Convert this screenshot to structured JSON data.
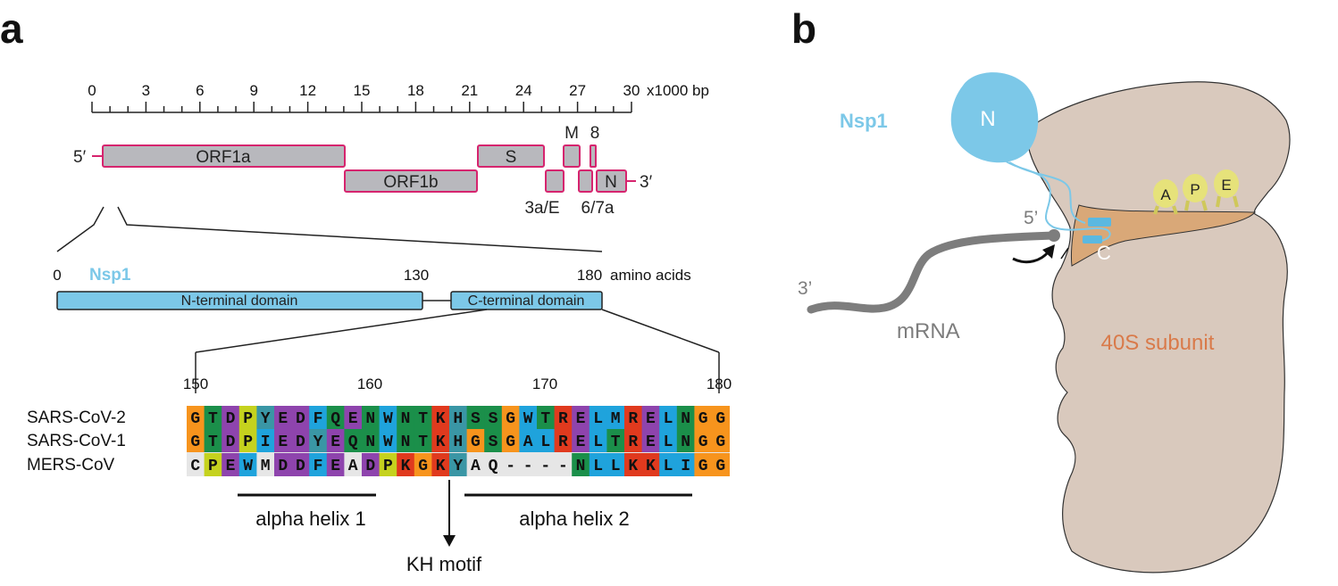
{
  "panels": {
    "a": "a",
    "b": "b"
  },
  "genome": {
    "ticks": [
      "0",
      "3",
      "6",
      "9",
      "12",
      "15",
      "18",
      "21",
      "24",
      "27",
      "30"
    ],
    "unit": "x1000 bp",
    "five_prime": "5′",
    "three_prime": "3′",
    "genes": {
      "orf1a": "ORF1a",
      "orf1b": "ORF1b",
      "s": "S",
      "m": "M",
      "e3a": "3a/E",
      "g8": "8",
      "g67a": "6/7a",
      "n": "N"
    }
  },
  "nsp1": {
    "name": "Nsp1",
    "start": "0",
    "mid": "130",
    "end": "180",
    "unit": "amino acids",
    "n_domain": "N-terminal domain",
    "c_domain": "C-terminal domain"
  },
  "alignment": {
    "ticks": [
      "150",
      "160",
      "170",
      "180"
    ],
    "sequences": [
      {
        "name": "SARS-CoV-2",
        "seq": "GTDPYEDFQENWNTKHSSGWTRELMRELNGG"
      },
      {
        "name": "SARS-CoV-1",
        "seq": "GTDPIEDYEQNWNTKHGSGALRELTRELNGG"
      },
      {
        "name": "MERS-CoV",
        "seq": "CPEWMDDFEADPKGKYAQ----NLLKKLIGG"
      }
    ],
    "helix1": "alpha helix 1",
    "helix2": "alpha helix 2",
    "motif": "KH motif",
    "colors": {
      "G": "#f7941d",
      "T": "#1b8f4a",
      "S": "#1b8f4a",
      "N": "#1b8f4a",
      "Q": "#1b8f4a",
      "D": "#8e44ad",
      "E": "#8e44ad",
      "P": "#c5d21e",
      "Y": "#3a96a5",
      "H": "#3a96a5",
      "W": "#1fa3dc",
      "F": "#1fa3dc",
      "I": "#1fa3dc",
      "L": "#1fa3dc",
      "M": "#1fa3dc",
      "A": "#1fa3dc",
      "C": "#1fa3dc",
      "K": "#e03a1e",
      "R": "#e03a1e",
      "-": "#ffffff",
      "conserved_bg": "#e6e6e6"
    }
  },
  "ribosome": {
    "n_label": "N",
    "c_label": "C",
    "nsp1": "Nsp1",
    "sites": [
      "A",
      "P",
      "E"
    ],
    "five_prime": "5’",
    "three_prime": "3’",
    "mrna": "mRNA",
    "subunit": "40S subunit",
    "colors": {
      "subunit": "#d9c9bd",
      "nsp1": "#7cc8e8",
      "channel": "#d9a878",
      "trna": "#e6e27a",
      "mrna": "#7d7d7d",
      "subunit_label": "#d97a4a"
    }
  }
}
